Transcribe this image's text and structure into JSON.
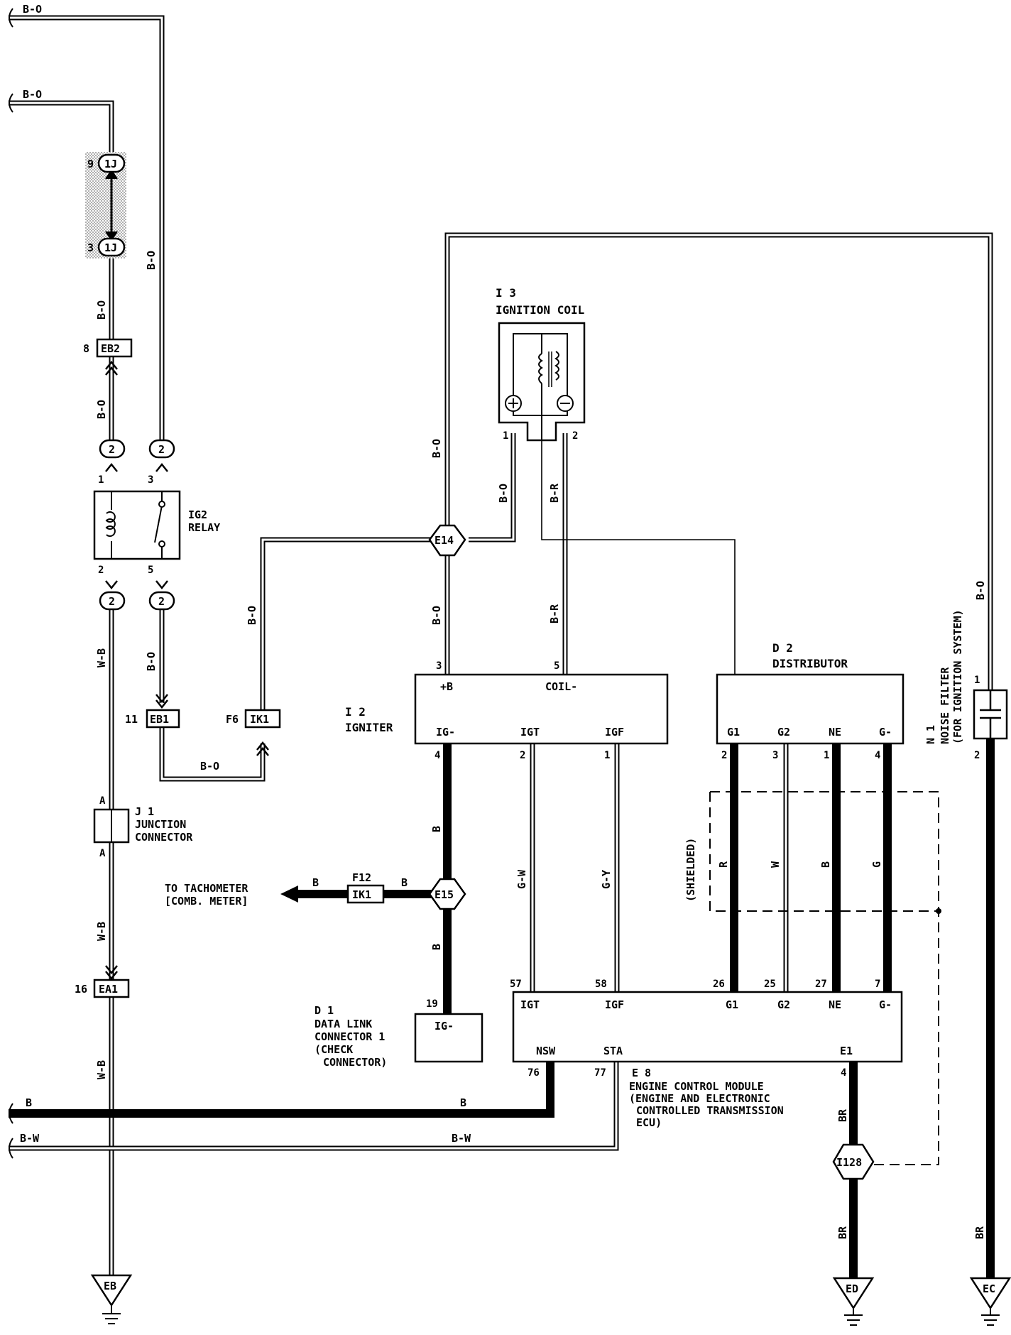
{
  "wire_colors": {
    "b_o": "B-O",
    "b_r": "B-R",
    "w_b": "W-B",
    "b": "B",
    "b_w": "B-W",
    "g_w": "G-W",
    "g_y": "G-Y",
    "r": "R",
    "w": "W",
    "g": "G",
    "br": "BR"
  },
  "connectors": {
    "j1_9": {
      "pin": "9",
      "name": "1J"
    },
    "j1_3": {
      "pin": "3",
      "name": "1J"
    },
    "eb2": {
      "pin": "8",
      "name": "EB2"
    },
    "eb1": {
      "pin": "11",
      "name": "EB1"
    },
    "ik1_f6": {
      "pin": "F6",
      "name": "IK1"
    },
    "ik1_f12": {
      "pin": "F12",
      "name": "IK1"
    },
    "ea1": {
      "pin": "16",
      "name": "EA1"
    },
    "relay_conn": "2"
  },
  "splices": {
    "e14": "E14",
    "e15": "E15",
    "i128": "I128"
  },
  "grounds": {
    "eb": "EB",
    "ed": "ED",
    "ec": "EC"
  },
  "ig2_relay": {
    "title1": "IG2",
    "title2": "RELAY",
    "pins": {
      "p1": "1",
      "p2": "2",
      "p3": "3",
      "p5": "5"
    }
  },
  "junction": {
    "id": "J 1",
    "line1": "JUNCTION",
    "line2": "CONNECTOR",
    "pin_top": "A",
    "pin_bottom": "A"
  },
  "ignition_coil": {
    "id": "I 3",
    "name": "IGNITION COIL",
    "pin_pos": "1",
    "pin_neg": "2"
  },
  "igniter": {
    "id": "I 2",
    "name": "IGNITER",
    "terminals": {
      "b": "+B",
      "coil": "COIL-",
      "ig": "IG-",
      "igt": "IGT",
      "igf": "IGF"
    },
    "pins": {
      "b": "3",
      "coil": "5",
      "ig": "4",
      "igt": "2",
      "igf": "1"
    }
  },
  "distributor": {
    "id": "D 2",
    "name": "DISTRIBUTOR",
    "terminals": {
      "g1": "G1",
      "g2": "G2",
      "ne": "NE",
      "gm": "G-"
    },
    "pins": {
      "g1": "2",
      "g2": "3",
      "ne": "1",
      "gm": "4"
    },
    "shielded": "(SHIELDED)"
  },
  "noise_filter": {
    "id": "N 1",
    "line1": "NOISE FILTER",
    "line2": "(FOR IGNITION SYSTEM)",
    "pin_top": "1",
    "pin_bottom": "2"
  },
  "tachometer": {
    "line1": "TO TACHOMETER",
    "line2": "[COMB. METER]"
  },
  "dlc": {
    "id": "D 1",
    "line1": "DATA LINK",
    "line2": "CONNECTOR 1",
    "line3": "(CHECK",
    "line4": "CONNECTOR)",
    "terminal": "IG-",
    "pin": "19"
  },
  "ecm": {
    "id": "E 8",
    "line1": "ENGINE CONTROL MODULE",
    "line2": "(ENGINE AND ELECTRONIC",
    "line3": "CONTROLLED TRANSMISSION",
    "line4": "ECU)",
    "terminals": {
      "igt": "IGT",
      "igf": "IGF",
      "g1": "G1",
      "g2": "G2",
      "ne": "NE",
      "gm": "G-",
      "nsw": "NSW",
      "sta": "STA",
      "e1": "E1"
    },
    "pins": {
      "igt": "57",
      "igf": "58",
      "g1": "26",
      "g2": "25",
      "ne": "27",
      "gm": "7",
      "nsw": "76",
      "sta": "77",
      "e1": "4"
    }
  }
}
